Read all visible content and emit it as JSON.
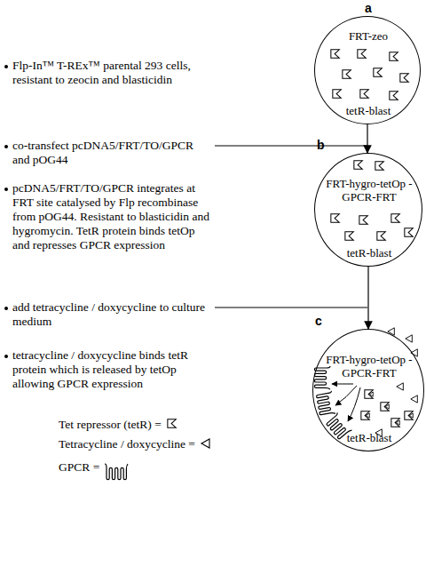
{
  "diagram": {
    "nodes": [
      {
        "text": [
          "a",
          "FRT-zeo",
          "tetR-blast"
        ]
      },
      {
        "text": [
          "b",
          "FRT-hygro-tetOp -GPCR-FRT",
          "tetR-blast"
        ]
      },
      {
        "text": [
          "c",
          "FRT-hygro-tetOp -GPCR-FRT",
          "tetR-blast"
        ]
      }
    ],
    "edges": [
      {
        "from": 0,
        "to": 1,
        "arrow": "to"
      },
      {
        "from": 1,
        "to": 2,
        "arrow": "to"
      }
    ],
    "labels": [
      "Flp-In™ T-REx™ parental 293 cells, resistant to zeocin and blasticidin",
      "co-transfect pcDNA5/FRT/TO/GPCR and pOG44",
      "pcDNA5/FRT/TO/GPCR integrates at FRT site catalysed by Flp recombinase from pOG44. Resistant to blasticidin and hygromycin. TetR protein binds tetOp and represses GPCR expression",
      "add tetracycline / doxycycline to culture medium",
      "tetracycline / doxycycline binds tetR protein which is released by tetOp allowing GPCR expression"
    ],
    "legend": [
      {
        "text": "Tet repressor (tetR) ="
      },
      {
        "text": "Tetracycline / doxycycline ="
      },
      {
        "text": "GPCR ="
      }
    ]
  }
}
